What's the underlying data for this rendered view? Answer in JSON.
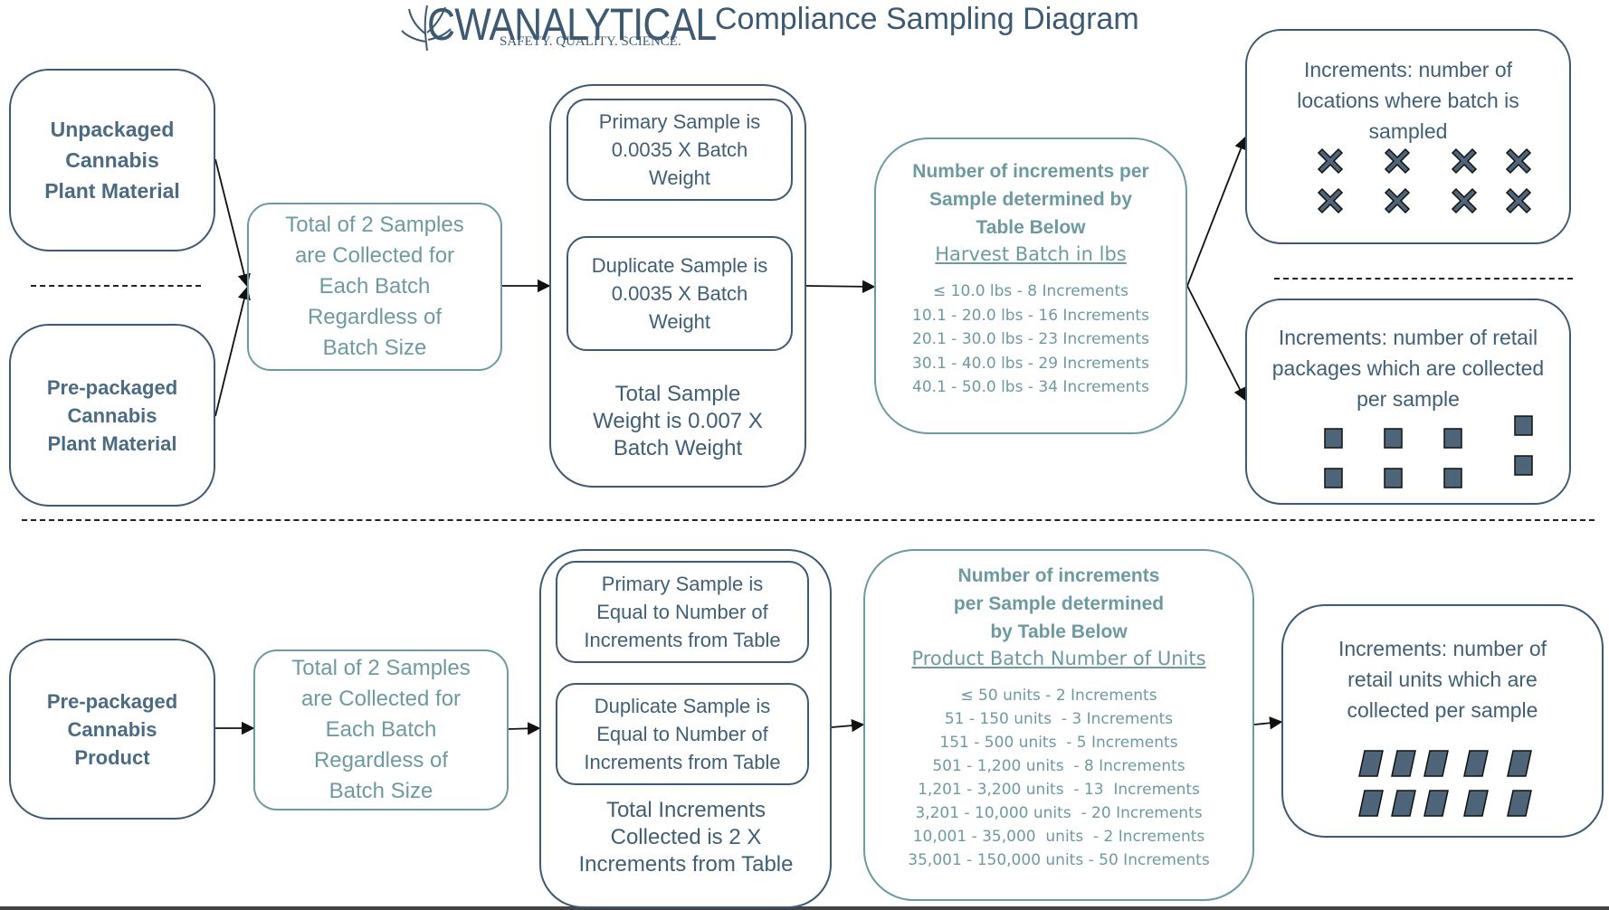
{
  "header": {
    "logo_main": "CWANALYTICAL",
    "logo_tagline": "SAFETY. QUALITY. SCIENCE.",
    "title": "Compliance Sampling Diagram"
  },
  "top": {
    "source_unpackaged": "Unpackaged\nCannabis\nPlant Material",
    "source_prepackaged": "Pre-packaged\nCannabis\nPlant Material",
    "samples_collected": "Total of 2 Samples\nare Collected for\nEach Batch\nRegardless of\nBatch Size",
    "primary_sample": "Primary Sample is\n0.0035 X Batch\nWeight",
    "duplicate_sample": "Duplicate Sample is\n0.0035 X Batch\nWeight",
    "total_sample": "Total Sample\nWeight is 0.007 X\nBatch Weight",
    "increments_title": "Number of increments per\nSample determined by\nTable Below",
    "table_heading": "Harvest Batch in lbs",
    "table_rows": [
      "≤ 10.0 lbs - 8 Increments",
      "10.1 - 20.0 lbs - 16 Increments",
      "20.1 - 30.0 lbs - 23 Increments",
      "30.1 - 40.0 lbs - 29 Increments",
      "40.1 - 50.0 lbs - 34 Increments"
    ],
    "increments_locations": "Increments: number of\nlocations where batch is\nsampled",
    "increments_packages": "Increments: number of retail\npackages which are collected\nper sample"
  },
  "bottom": {
    "source_product": "Pre-packaged\nCannabis\nProduct",
    "samples_collected": "Total of 2 Samples\nare Collected for\nEach Batch\nRegardless of\nBatch Size",
    "primary_sample": "Primary Sample is\nEqual to Number of\nIncrements from Table",
    "duplicate_sample": "Duplicate Sample is\nEqual to Number of\nIncrements from Table",
    "total_increments": "Total Increments\nCollected is 2 X\nIncrements from Table",
    "increments_title": "Number of increments\nper Sample determined\nby Table Below",
    "table_heading": "Product Batch Number of Units",
    "table_rows": [
      "≤ 50 units - 2 Increments",
      "51 - 150 units  - 3 Increments",
      "151 - 500 units  - 5 Increments",
      "501 - 1,200 units  - 8 Increments",
      "1,201 - 3,200 units  - 13  Increments",
      "3,201 - 10,000 units  - 20 Increments",
      "10,001 - 35,000  units  - 2 Increments",
      "35,001 - 150,000 units - 50 Increments"
    ],
    "increments_units": "Increments: number of\nretail units which are\ncollected per sample"
  },
  "colors": {
    "navy": "#3d5a72",
    "teal": "#6d9aa1",
    "marker_fill": "#4e6478"
  },
  "icons": [
    "cannabis-leaf-icon",
    "x-marker-icon",
    "square-package-icon",
    "parallelogram-unit-icon"
  ]
}
